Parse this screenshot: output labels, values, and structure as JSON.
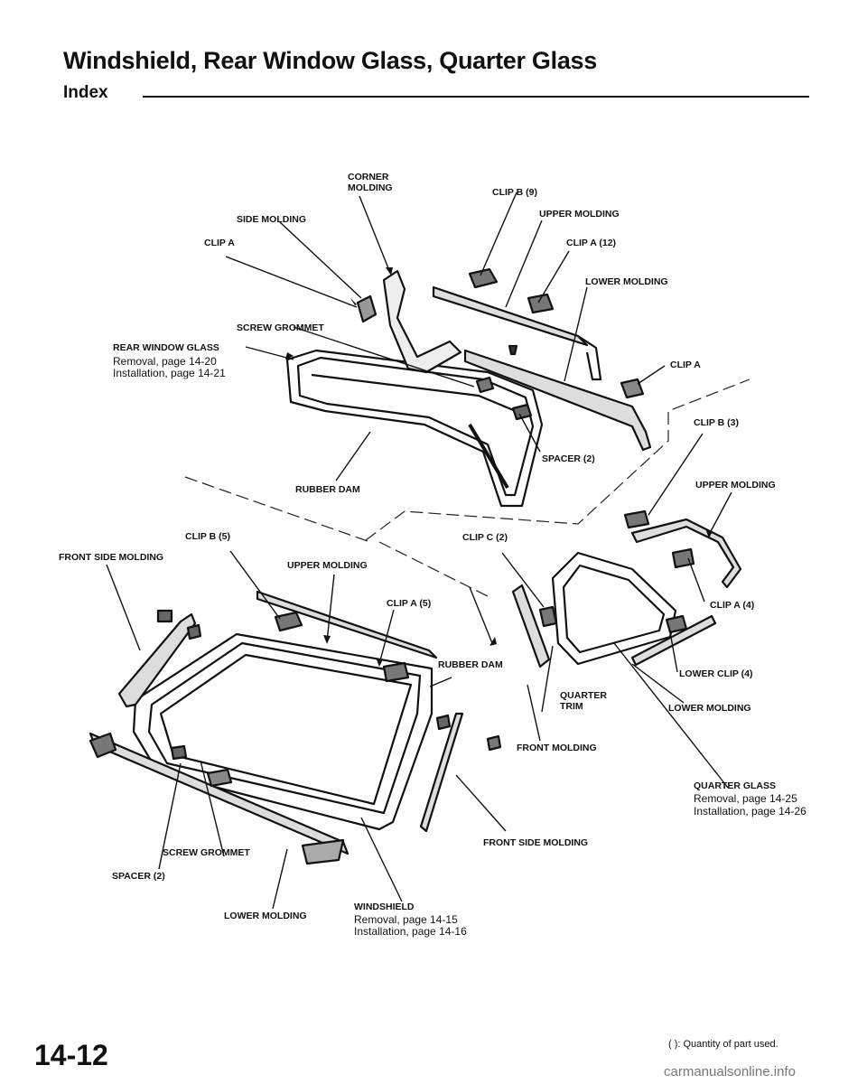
{
  "header": {
    "title": "Windshield, Rear Window Glass, Quarter Glass",
    "subtitle": "Index"
  },
  "labels": {
    "corner_molding_1": "CORNER",
    "corner_molding_2": "MOLDING",
    "side_molding": "SIDE MOLDING",
    "clip_a_top": "CLIP A",
    "screw_grommet_rear": "SCREW GROMMET",
    "rear_window_glass": "REAR WINDOW GLASS",
    "clip_b_9": "CLIP B (9)",
    "upper_molding_rear": "UPPER MOLDING",
    "clip_a_12": "CLIP A (12)",
    "lower_molding_rear": "LOWER MOLDING",
    "clip_a_right": "CLIP A",
    "spacer_2_rear": "SPACER (2)",
    "rubber_dam_rear": "RUBBER DAM",
    "clip_b_3": "CLIP B (3)",
    "upper_molding_quarter": "UPPER MOLDING",
    "clip_b_5": "CLIP B (5)",
    "front_side_molding_left": "FRONT SIDE MOLDING",
    "upper_molding_front": "UPPER MOLDING",
    "clip_c_2": "CLIP C (2)",
    "clip_a_5": "CLIP A (5)",
    "rubber_dam_front": "RUBBER DAM",
    "clip_a_4": "CLIP A (4)",
    "lower_clip_4": "LOWER CLIP (4)",
    "quarter_trim_1": "QUARTER",
    "quarter_trim_2": "TRIM",
    "lower_molding_quarter": "LOWER MOLDING",
    "front_molding": "FRONT MOLDING",
    "quarter_glass": "QUARTER GLASS",
    "front_side_molding_right": "FRONT SIDE MOLDING",
    "screw_grommet_front": "SCREW GROMMET",
    "spacer_2_front": "SPACER (2)",
    "lower_molding_front": "LOWER MOLDING",
    "windshield": "WINDSHIELD"
  },
  "references": {
    "rear_removal": "Removal, page 14-20",
    "rear_install": "Installation, page 14-21",
    "quarter_removal": "Removal, page 14-25",
    "quarter_install": "Installation, page 14-26",
    "windshield_removal": "Removal, page 14-15",
    "windshield_install": "Installation, page 14-16"
  },
  "footer": {
    "page_number": "14-12",
    "footnote": "(   ): Quantity of part used.",
    "watermark": "carmanualsonline.info"
  }
}
